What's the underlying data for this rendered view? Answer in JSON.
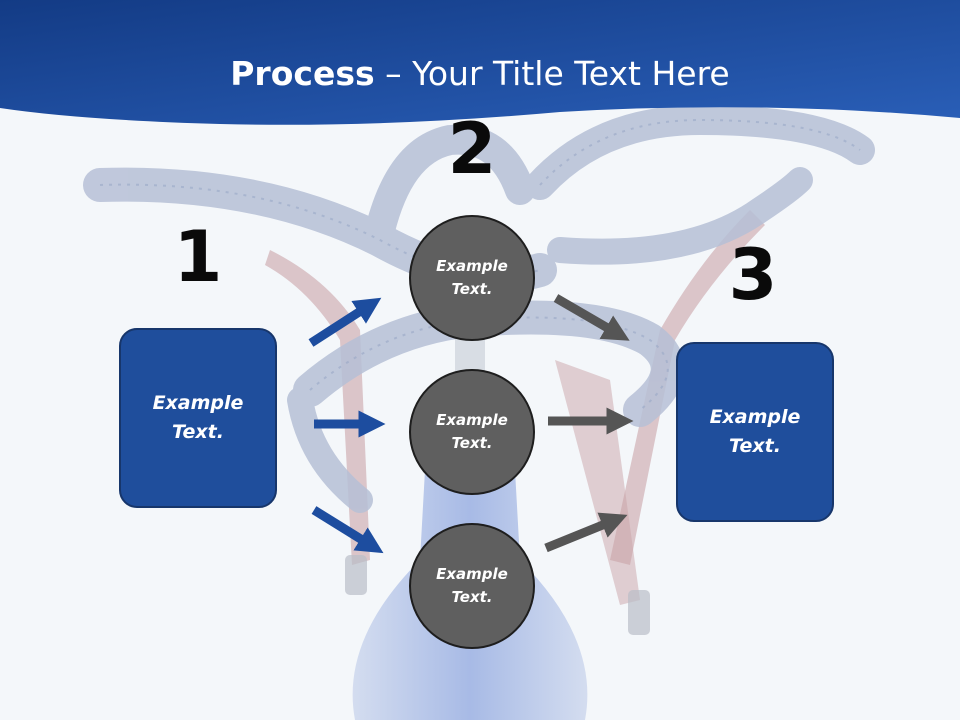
{
  "title": {
    "bold": "Process",
    "separator": " – ",
    "rest": "Your Title Text Here"
  },
  "steps": {
    "one": {
      "number": "1",
      "box_line1": "Example",
      "box_line2": "Text."
    },
    "two": {
      "number": "2",
      "circles": [
        {
          "line1": "Example",
          "line2": "Text."
        },
        {
          "line1": "Example",
          "line2": "Text."
        },
        {
          "line1": "Example",
          "line2": "Text."
        }
      ]
    },
    "three": {
      "number": "3",
      "box_line1": "Example",
      "box_line2": "Text."
    }
  },
  "colors": {
    "header_blue": "#1c4b9b",
    "box_blue": "#1f4e9c",
    "arrow_blue": "#1d4d9f",
    "arrow_gray": "#555555",
    "circle_gray": "#5f5f5f"
  }
}
